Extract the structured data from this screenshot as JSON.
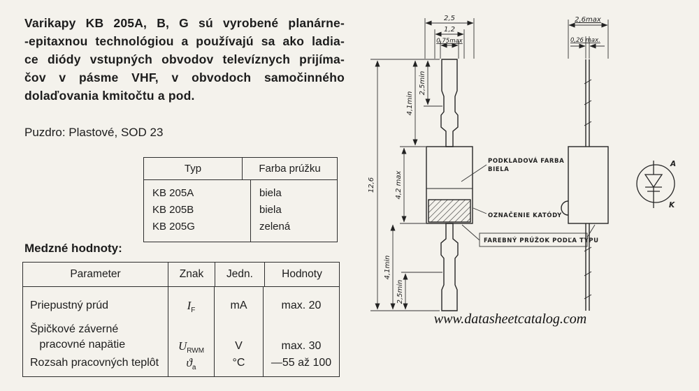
{
  "page": {
    "bg": "#f4f2ec",
    "ink": "#1c1c1c"
  },
  "intro": {
    "lines": [
      "Varikapy KB 205A, B, G sú vyrobené planárne-",
      "-epitaxnou technológiou a používajú sa ako ladia-",
      "ce diódy vstupných obvodov televíznych prijíma-",
      "čov v pásme VHF, v obvodoch samočinného",
      "dolaďovania kmitočtu a pod."
    ],
    "package_line": "Puzdro: Plastové, SOD 23"
  },
  "type_table": {
    "col1": "Typ",
    "col2": "Farba prúžku",
    "rows": [
      {
        "typ": "KB 205A",
        "farba": "biela"
      },
      {
        "typ": "KB 205B",
        "farba": "biela"
      },
      {
        "typ": "KB 205G",
        "farba": "zelená"
      }
    ]
  },
  "limits": {
    "title": "Medzné hodnoty:",
    "headers": [
      "Parameter",
      "Znak",
      "Jedn.",
      "Hodnoty"
    ],
    "rows": [
      {
        "param": "Priepustný prúd",
        "sym": "I",
        "sub": "F",
        "unit": "mA",
        "value": "max. 20"
      },
      {
        "param": "Špičkové záverné\n   pracovné napätie",
        "sym": "U",
        "sub": "RWM",
        "unit": "V",
        "value": "max. 30"
      },
      {
        "param": "Rozsah pracovných teplôt",
        "sym": "ϑ",
        "sub": "a",
        "unit": "°C",
        "value": "—55 až 100"
      }
    ]
  },
  "drawing": {
    "front": {
      "dim_width": "2,5",
      "dim_width2": "1,2",
      "dim_width3": "0,75max",
      "dim_total": "12,6",
      "dim_lead_top": "4,1min",
      "dim_lead_top2": "2,5min",
      "dim_body": "4,2 max",
      "dim_lead_bot": "4,1min",
      "dim_lead_bot2": "2,5min",
      "label_base": "PODKLADOVÁ FARBA",
      "label_base2": "BIELA",
      "label_cathode": "OZNAČENIE KATÓDY",
      "label_stripe": "FAREBNÝ PRÚŽOK PODĽA TYPU"
    },
    "side": {
      "dim_width": "2,6max",
      "dim_lead": "0,26 max."
    },
    "symbol": {
      "anode": "A",
      "cathode": "K"
    }
  },
  "footer": {
    "url": "www.datasheetcatalog.com"
  }
}
